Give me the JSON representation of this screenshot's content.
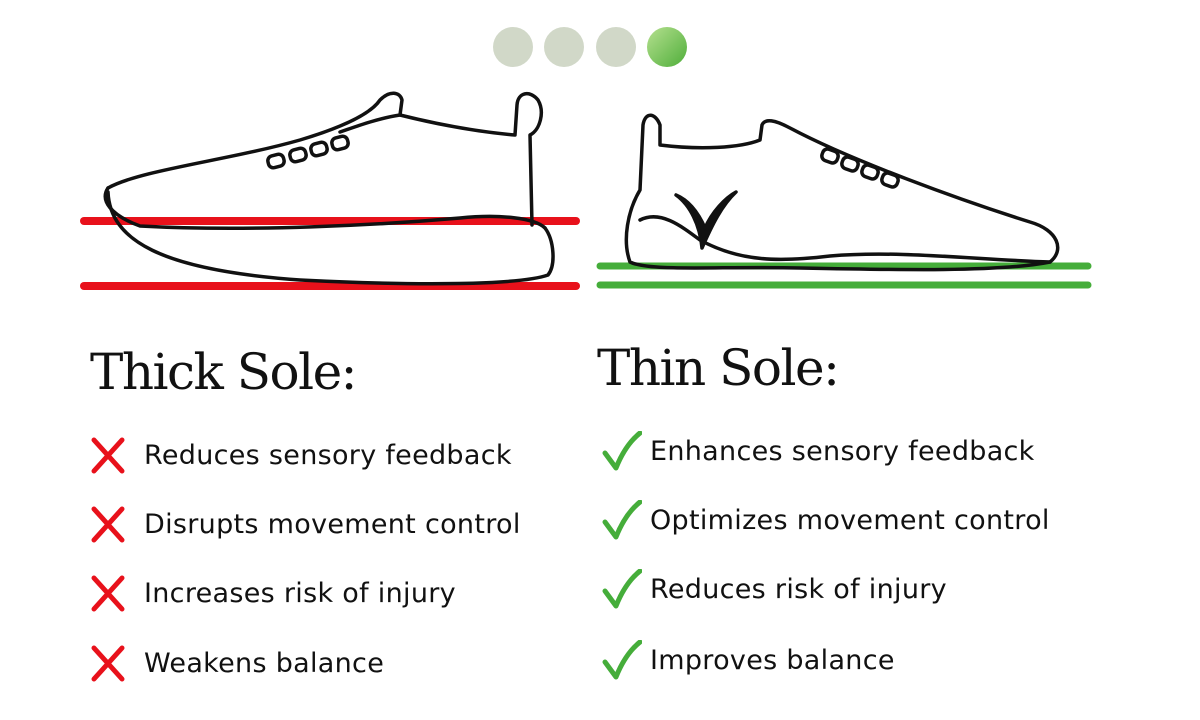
{
  "progress": {
    "total_steps": 4,
    "active_step": 4
  },
  "colors": {
    "negative": "#e8111b",
    "positive": "#45ad3a",
    "dot_inactive": "#d1d8c8"
  },
  "left": {
    "title": "Thick Sole:",
    "icon": "x-icon",
    "items": [
      "Reduces sensory feedback",
      "Disrupts movement control",
      "Increases risk of injury",
      "Weakens balance"
    ]
  },
  "right": {
    "title": "Thin Sole:",
    "icon": "checkmark-icon",
    "items": [
      "Enhances sensory feedback",
      "Optimizes movement control",
      "Reduces risk of injury",
      "Improves balance"
    ]
  }
}
